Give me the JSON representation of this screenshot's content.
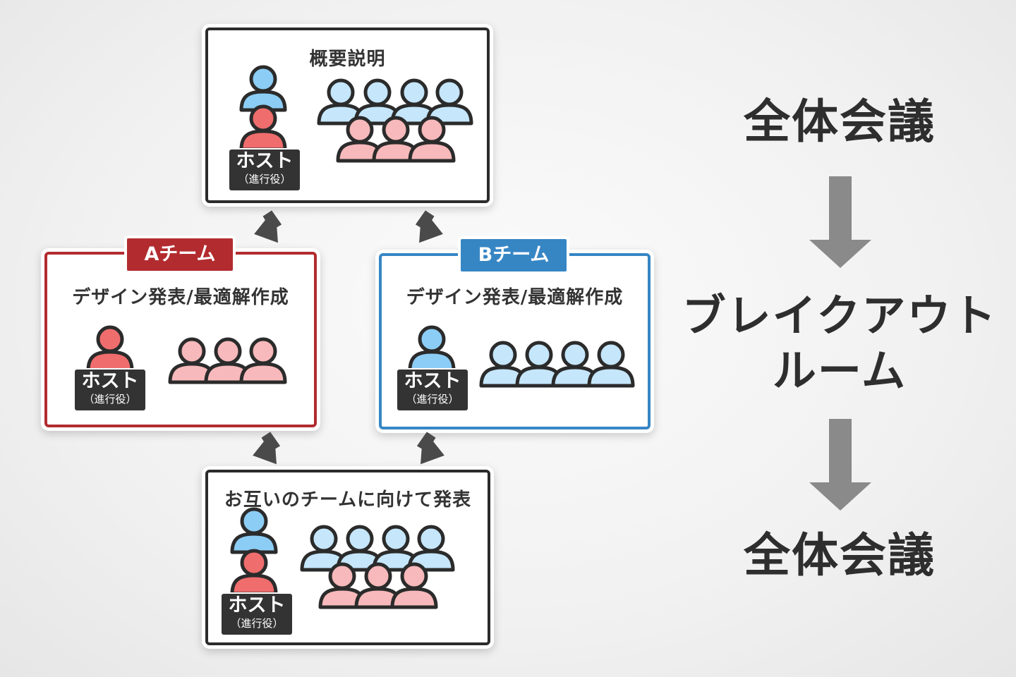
{
  "boxes": {
    "overview": {
      "title": "概要説明"
    },
    "team_a": {
      "tag": "Aチーム",
      "title": "デザイン発表/最適解作成"
    },
    "team_b": {
      "tag": "Bチーム",
      "title": "デザイン発表/最適解作成"
    },
    "final": {
      "title": "お互いのチームに向けて発表"
    }
  },
  "host_label": {
    "main": "ホスト",
    "sub": "（進行役）"
  },
  "flow": {
    "step1": "全体会議",
    "step2_line1": "ブレイクアウト",
    "step2_line2": "ルーム",
    "step3": "全体会議"
  },
  "colors": {
    "host_blue": "#8ccdf5",
    "host_red": "#f06d6d",
    "participant_blue": "#c5e6fb",
    "participant_pink": "#f7b9bb",
    "team_a": "#b22b2e",
    "team_b": "#3786c4",
    "outline": "#2b2b2b",
    "arrow_gray": "#8a8a8a"
  },
  "icons": [
    "person-icon",
    "arrow-down-icon"
  ]
}
